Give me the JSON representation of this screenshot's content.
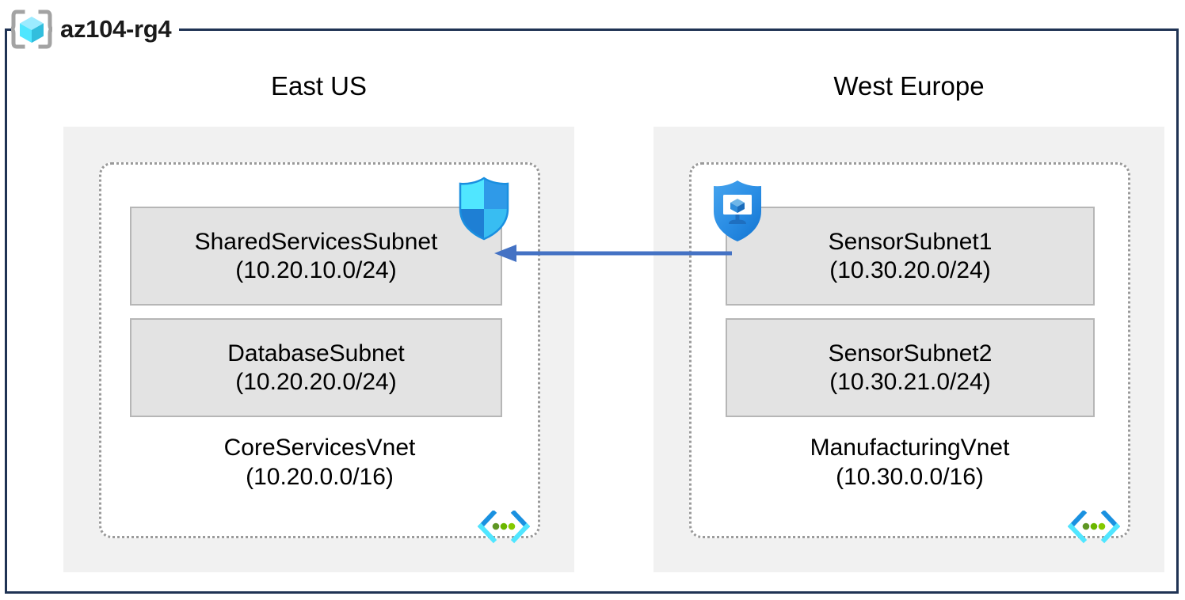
{
  "resource_group": {
    "name": "az104-rg4",
    "icon": "resource-group-cube-icon",
    "border_color": "#1f3354"
  },
  "regions": [
    {
      "id": "east-us",
      "label": "East US",
      "vnet": {
        "name": "CoreServicesVnet",
        "cidr": "(10.20.0.0/16)",
        "icon": "virtual-network-icon",
        "subnets": [
          {
            "name": "SharedServicesSubnet",
            "cidr": "(10.20.10.0/24)",
            "badge": "network-security-group-shield-icon"
          },
          {
            "name": "DatabaseSubnet",
            "cidr": "(10.20.20.0/24)",
            "badge": null
          }
        ]
      }
    },
    {
      "id": "west-europe",
      "label": "West Europe",
      "vnet": {
        "name": "ManufacturingVnet",
        "cidr": "(10.30.0.0/16)",
        "icon": "virtual-network-icon",
        "subnets": [
          {
            "name": "SensorSubnet1",
            "cidr": "(10.30.20.0/24)",
            "badge": "protected-virtual-machine-shield-icon"
          },
          {
            "name": "SensorSubnet2",
            "cidr": "(10.30.21.0/24)",
            "badge": null
          }
        ]
      }
    }
  ],
  "connection": {
    "name": "vnet-peering-arrow",
    "direction": "right-to-left",
    "color": "#4472c4"
  },
  "colors": {
    "region_fill": "#f1f1f1",
    "subnet_fill": "#e3e3e3",
    "subnet_border": "#b6b6b6",
    "vnet_border": "#9a9a9a",
    "rg_border": "#1f3354",
    "arrow": "#4472c4",
    "icon_cyan": "#50e6ff",
    "icon_blue": "#0078d4",
    "icon_green": "#5e9624",
    "icon_gray": "#a3a3a3"
  }
}
